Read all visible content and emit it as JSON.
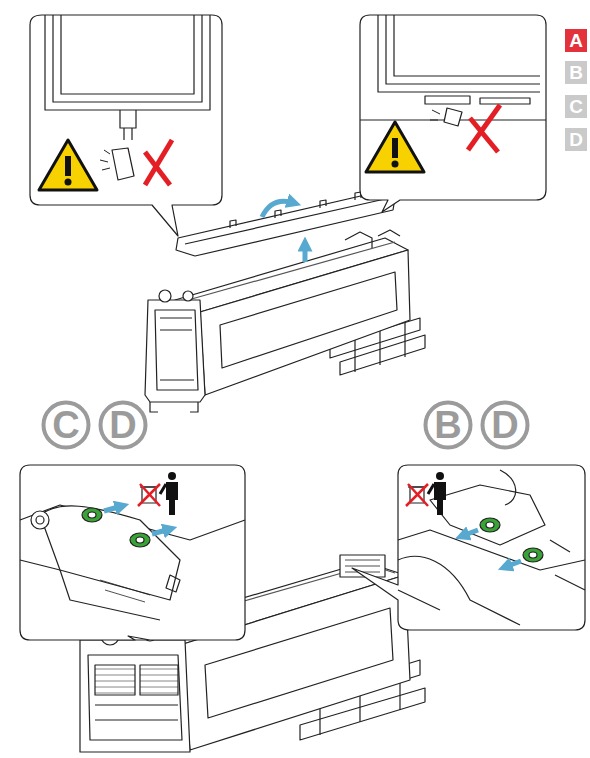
{
  "diagram": {
    "nodes": [
      {
        "text": [
          "A"
        ]
      },
      {
        "text": [
          "B"
        ]
      },
      {
        "text": [
          "C"
        ]
      },
      {
        "text": [
          "D"
        ]
      },
      {
        "text": [
          "C"
        ]
      },
      {
        "text": [
          "D"
        ]
      },
      {
        "text": [
          "B"
        ]
      },
      {
        "text": [
          "D"
        ]
      }
    ]
  }
}
